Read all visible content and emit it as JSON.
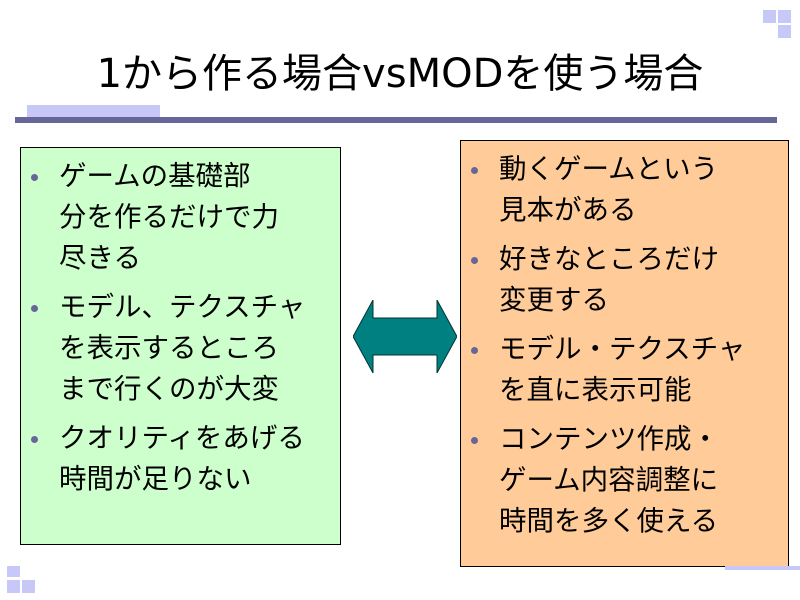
{
  "slide": {
    "title": "1から作る場合vsMODを使う場合",
    "colors": {
      "accent_squares": "#c8c8f8",
      "title_rule": "#666699",
      "bullet": "#666699",
      "left_box_fill": "#ccffcc",
      "right_box_fill": "#ffcc99",
      "arrow_fill": "#008080"
    },
    "left_box": {
      "items": [
        {
          "lines": [
            "ゲームの基礎部",
            "分を作るだけで力",
            "尽きる"
          ]
        },
        {
          "lines": [
            "モデル、テクスチャ",
            "を表示するところ",
            "まで行くのが大変"
          ]
        },
        {
          "lines": [
            "クオリティをあげる",
            "時間が足りない"
          ]
        }
      ]
    },
    "right_box": {
      "items": [
        {
          "lines": [
            "動くゲームという",
            "見本がある"
          ]
        },
        {
          "lines": [
            "好きなところだけ",
            "変更する"
          ]
        },
        {
          "lines": [
            "モデル・テクスチャ",
            "を直に表示可能"
          ]
        },
        {
          "lines": [
            "コンテンツ作成・",
            "ゲーム内容調整に",
            "時間を多く使える"
          ]
        }
      ]
    },
    "arrow_icon": "double-headed-arrow-icon"
  }
}
